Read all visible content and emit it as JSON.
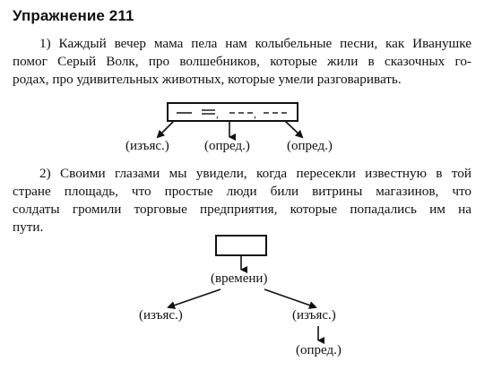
{
  "title": "Упражнение 211",
  "ex1": {
    "lines": [
      "1) Каждый вечер мама пела нам колыбельные песни, как Иванушке",
      "помог Серый Волк, про волшебников, которые жили в сказочных го-",
      "родах, про удивительных животных, которые умели разговаривать."
    ],
    "box_text": "— =, - - -, - - -",
    "labels": [
      "(изъяс.)",
      "(опред.)",
      "(опред.)"
    ]
  },
  "ex2": {
    "lines": [
      "2) Своими глазами мы увидели, когда пересекли известную в той",
      "стране площадь, что простые люди били витрины магазинов, что",
      "солдаты громили торговые предприятия, которые попадались им на",
      "пути."
    ],
    "labels": {
      "time": "(времени)",
      "left": "(изъяс.)",
      "right": "(изъяс.)",
      "bottom": "(опред.)"
    }
  }
}
